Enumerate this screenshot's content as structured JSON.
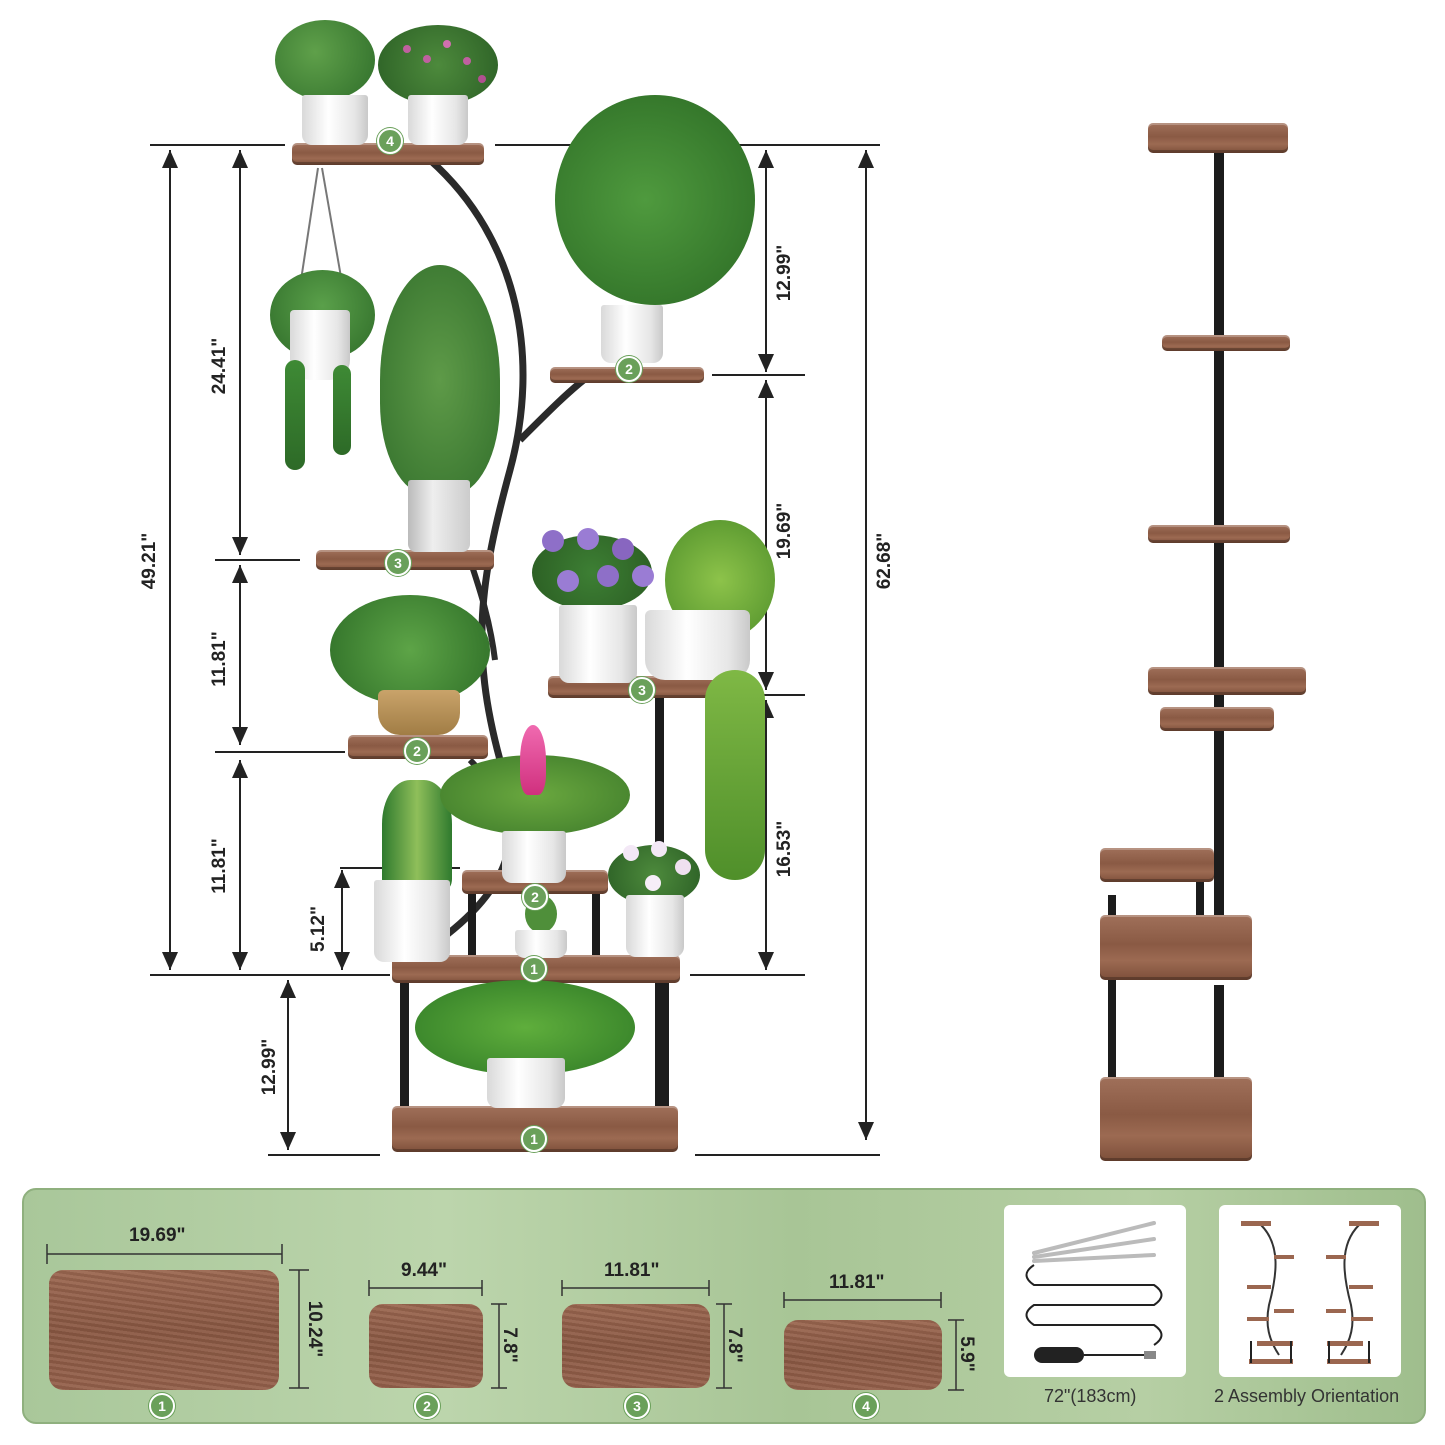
{
  "front_view": {
    "dims": {
      "total_left": "49.21\"",
      "upper_left": "24.41\"",
      "mid_left": "11.81\"",
      "lower_left": "11.81\"",
      "small_left": "5.12\"",
      "base_left": "12.99\"",
      "top_right": "12.99\"",
      "mid_right": "19.69\"",
      "lower_right": "16.53\"",
      "total_right": "62.68\""
    },
    "badges": {
      "top_shelf": "4",
      "right_upper": "2",
      "left_upper": "3",
      "right_mid": "3",
      "left_mid": "2",
      "small_center": "2",
      "main_tier": "1",
      "base": "1"
    }
  },
  "shelves": [
    {
      "number": "1",
      "width": "19.69\"",
      "depth": "10.24\""
    },
    {
      "number": "2",
      "width": "9.44\"",
      "depth": "7.8\""
    },
    {
      "number": "3",
      "width": "11.81\"",
      "depth": "7.8\""
    },
    {
      "number": "4",
      "width": "11.81\"",
      "depth": "5.9\""
    }
  ],
  "light_strip": {
    "caption": "72\"(183cm)"
  },
  "assembly": {
    "caption": "2 Assembly Orientation"
  },
  "colors": {
    "wood": "#8a5843",
    "metal": "#1c1c1c",
    "badge": "#6aa05a",
    "panel": "#b2cda2"
  }
}
